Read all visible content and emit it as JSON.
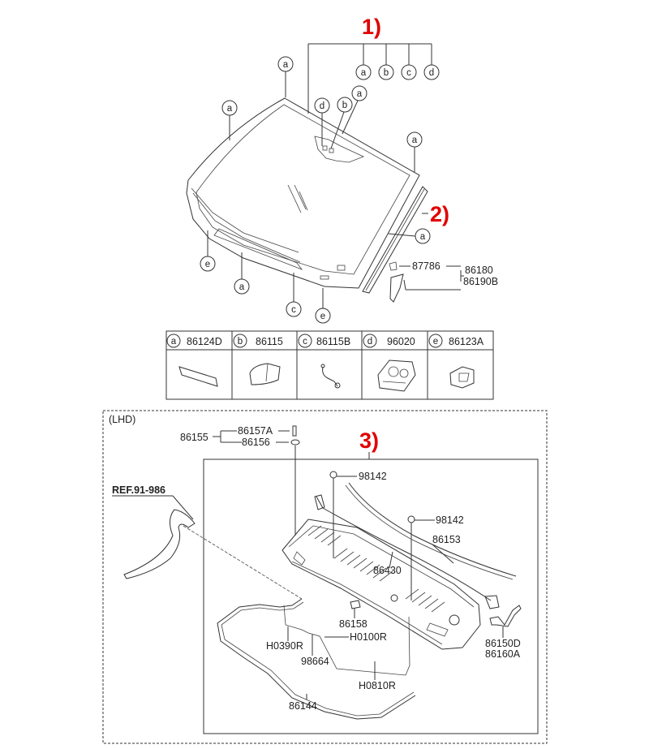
{
  "callouts": {
    "c1": "1)",
    "c2": "2)",
    "c3": "3)"
  },
  "letters": {
    "a": "a",
    "b": "b",
    "c": "c",
    "d": "d",
    "e": "e"
  },
  "moulding_parts": {
    "p87786": "87786",
    "p86180": "86180",
    "p86190b": "86190B"
  },
  "legend": [
    {
      "letter": "a",
      "part": "86124D"
    },
    {
      "letter": "b",
      "part": "86115"
    },
    {
      "letter": "c",
      "part": "86115B"
    },
    {
      "letter": "d",
      "part": "96020"
    },
    {
      "letter": "e",
      "part": "86123A"
    }
  ],
  "cowl_section": {
    "variant": "(LHD)",
    "ref": "REF.91-986",
    "parts": {
      "p86155": "86155",
      "p86157a": "86157A",
      "p86156": "86156",
      "p98142a": "98142",
      "p98142b": "98142",
      "p86153": "86153",
      "p86430": "86430",
      "p86158": "86158",
      "h0390r": "H0390R",
      "h0100r": "H0100R",
      "p98664": "98664",
      "h0810r": "H0810R",
      "p86144": "86144",
      "p86150d": "86150D",
      "p86160a": "86160A"
    }
  }
}
